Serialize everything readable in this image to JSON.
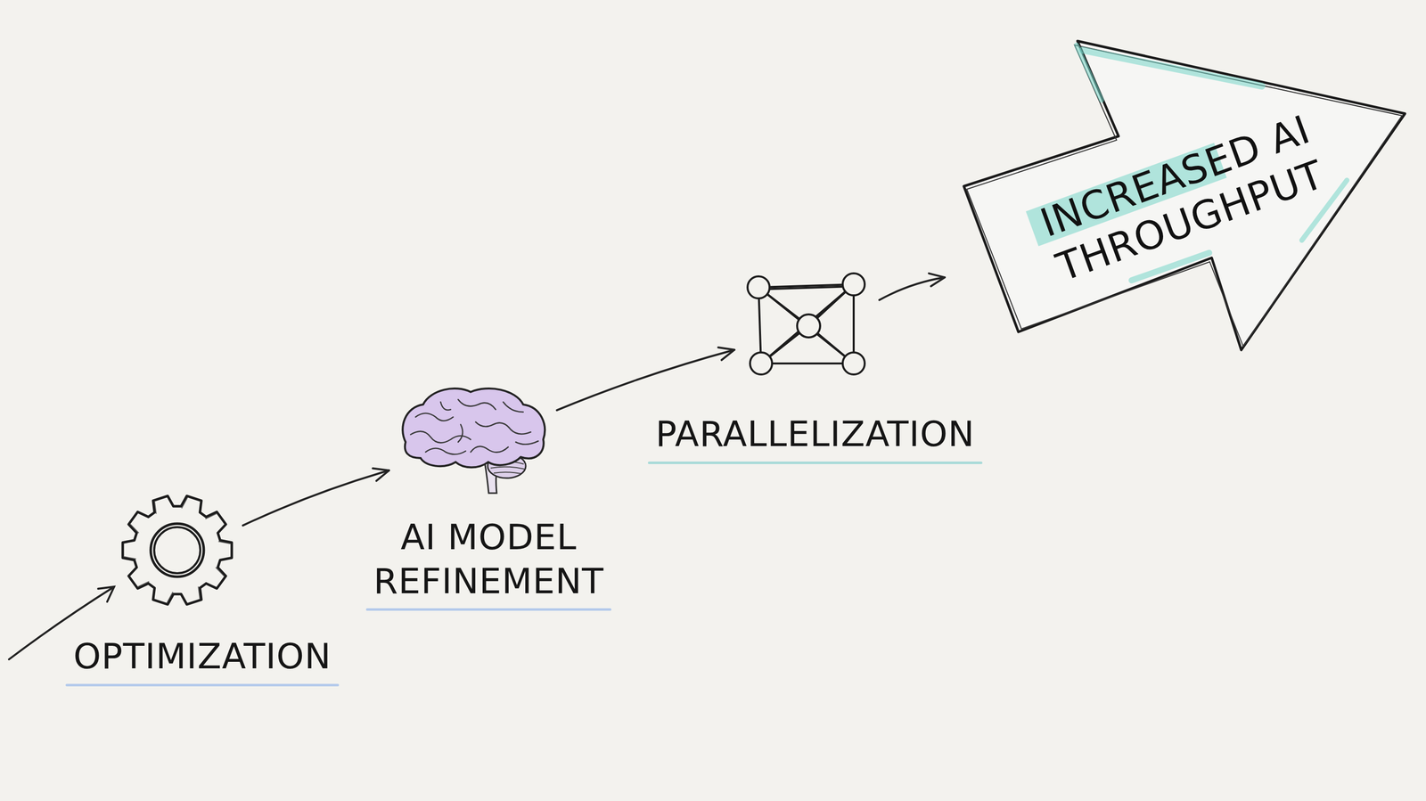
{
  "diagram": {
    "nodes": [
      {
        "text": [
          "OPTIMIZATION"
        ]
      },
      {
        "text": [
          "AI MODEL REFINEMENT"
        ]
      },
      {
        "text": [
          "PARALLELIZATION"
        ]
      },
      {
        "text": [
          "INCREASED AI THROUGHPUT"
        ]
      }
    ],
    "edges": [
      {
        "from": 0,
        "to": 1,
        "arrow": "to"
      },
      {
        "from": 1,
        "to": 2,
        "arrow": "to"
      },
      {
        "from": 2,
        "to": 3,
        "arrow": "to"
      }
    ]
  }
}
